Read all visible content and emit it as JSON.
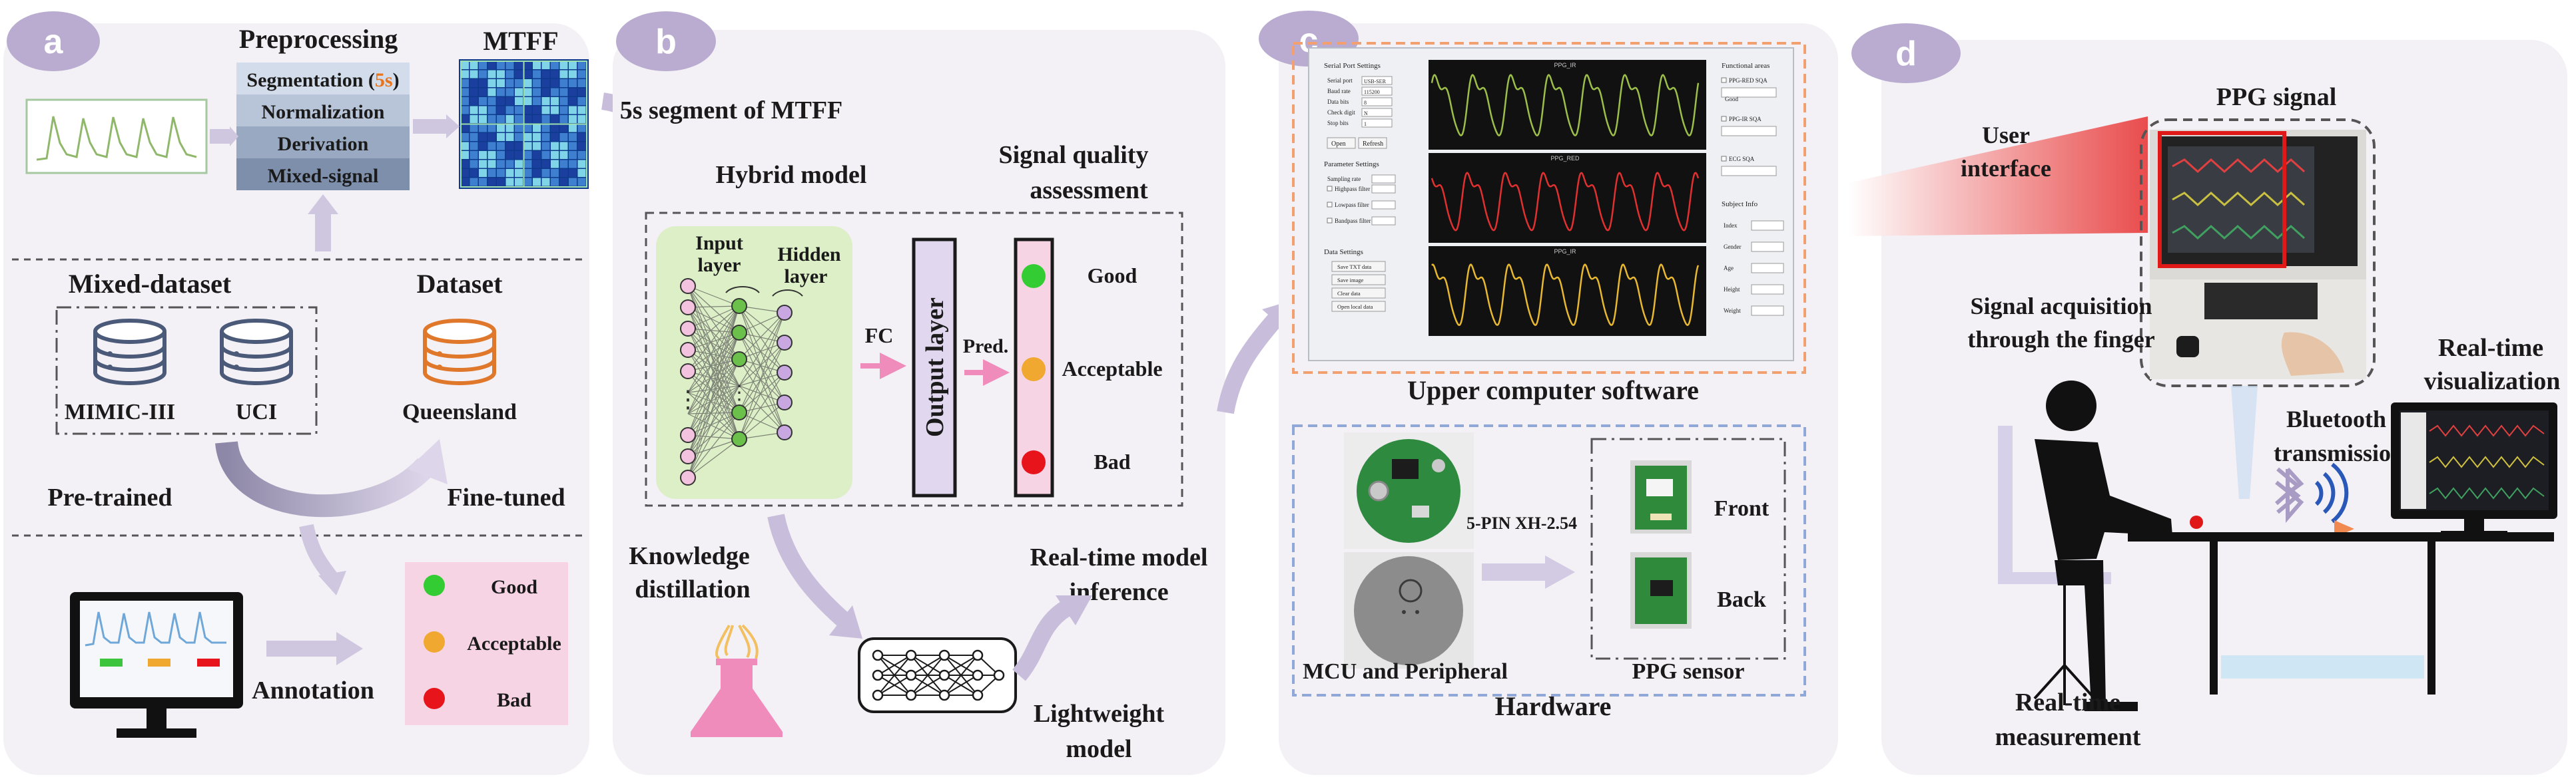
{
  "panels": {
    "a": {
      "letter": "a",
      "preprocessing_title": "Preprocessing",
      "steps": [
        "Segmentation (",
        "5s",
        ")",
        "Normalization",
        "Derivation",
        "Mixed-signal"
      ],
      "mtff_title": "MTFF",
      "mixed_dataset_title": "Mixed-dataset",
      "mixed_datasets": [
        "MIMIC-III",
        "UCI"
      ],
      "dataset_title": "Dataset",
      "dataset_name": "Queensland",
      "pretrained": "Pre-trained",
      "finetuned": "Fine-tuned",
      "annotation": "Annotation",
      "quality_labels": [
        "Good",
        "Acceptable",
        "Bad"
      ],
      "colors": {
        "good": "#33cc33",
        "acceptable": "#f0a830",
        "bad": "#e8141c"
      }
    },
    "b": {
      "letter": "b",
      "segment_title": "5s segment of MTFF",
      "hybrid_title": "Hybrid model",
      "sqa_title_1": "Signal quality",
      "sqa_title_2": "assessment",
      "input_layer_1": "Input",
      "input_layer_2": "layer",
      "hidden_layer_1": "Hidden",
      "hidden_layer_2": "layer",
      "fc": "FC",
      "output_layer": "Output layer",
      "pred": "Pred.",
      "quality_labels": [
        "Good",
        "Acceptable",
        "Bad"
      ],
      "kd_1": "Knowledge",
      "kd_2": "distillation",
      "rt_1": "Real-time model",
      "rt_2": "inference",
      "lw_1": "Lightweight",
      "lw_2": "model"
    },
    "c": {
      "letter": "c",
      "software_title": "Upper computer software",
      "hardware_title": "Hardware",
      "mcu_label": "MCU and Peripheral",
      "connector": "5-PIN XH-2.54",
      "front": "Front",
      "back": "Back",
      "sensor_label": "PPG sensor",
      "sw": {
        "serial_title": "Serial Port Settings",
        "serial_rows": [
          "Serial port",
          "Baud rate",
          "Data bits",
          "Check digit",
          "Stop bits"
        ],
        "serial_values": [
          "USB-SER",
          "115200",
          "8",
          "N",
          "1"
        ],
        "open": "Open",
        "refresh": "Refresh",
        "param_title": "Parameter Settings",
        "param_rows": [
          "Sampling rate",
          "Highpass filter",
          "Lowpass filter",
          "Bandpass filter"
        ],
        "data_title": "Data Settings",
        "data_buttons": [
          "Save TXT data",
          "Save image",
          "Clear data",
          "Open local data"
        ],
        "func_title": "Functional areas",
        "func_rows": [
          "PPG-RED SQA",
          "Good",
          "PPG-IR SQA",
          "ECG SQA"
        ],
        "subject_title": "Subject Info",
        "subject_rows": [
          "Index",
          "Gender",
          "Age",
          "Height",
          "Weight"
        ],
        "plot_titles": [
          "PPG_IR",
          "PPG_RED",
          "PPG_IR"
        ]
      }
    },
    "d": {
      "letter": "d",
      "ppg_signal": "PPG signal",
      "ui_1": "User",
      "ui_2": "interface",
      "acq_1": "Signal acquisition",
      "acq_2": "through the finger",
      "rtv_1": "Real-time",
      "rtv_2": "visualization",
      "bt_1": "Bluetooth",
      "bt_2": "transmission",
      "rtm_1": "Real-time",
      "rtm_2": "measurement"
    }
  },
  "colors": {
    "panel_bg": "#f3f0f6",
    "letter_bg": "#b9acd0",
    "arrow": "#c8bedb",
    "dashed": "#555555",
    "orange_dash": "#f2a070",
    "blue_dash": "#8fa8d8",
    "red_ppg": "#e03030",
    "yellow_ppg": "#e8b830",
    "green_ppg": "#8fb040"
  }
}
